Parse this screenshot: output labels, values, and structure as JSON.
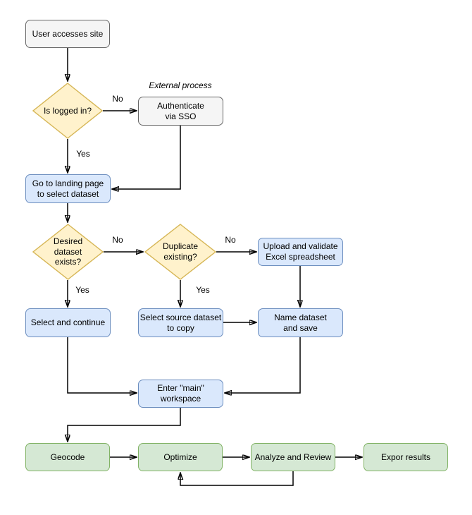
{
  "diagram": {
    "annotation": {
      "external_process": "External process"
    },
    "nodes": {
      "user_access": {
        "label": "User accesses site",
        "type": "start",
        "fill": "#f5f5f5",
        "stroke": "#666666"
      },
      "is_logged_in": {
        "label": "Is logged in?",
        "type": "decision",
        "fill": "#fff2cc",
        "stroke": "#d6b656"
      },
      "authenticate_sso": {
        "label": "Authenticate\nvia SSO",
        "type": "external-process",
        "fill": "#f5f5f5",
        "stroke": "#666666"
      },
      "landing_page": {
        "label": "Go to landing page\nto select dataset",
        "type": "process",
        "fill": "#dae8fc",
        "stroke": "#6c8ebf"
      },
      "desired_exists": {
        "label": "Desired\ndataset\nexists?",
        "type": "decision",
        "fill": "#fff2cc",
        "stroke": "#d6b656"
      },
      "duplicate_existing": {
        "label": "Duplicate\nexisting?",
        "type": "decision",
        "fill": "#fff2cc",
        "stroke": "#d6b656"
      },
      "upload_validate": {
        "label": "Upload and validate\nExcel spreadsheet",
        "type": "process",
        "fill": "#dae8fc",
        "stroke": "#6c8ebf"
      },
      "select_continue": {
        "label": "Select and continue",
        "type": "process",
        "fill": "#dae8fc",
        "stroke": "#6c8ebf"
      },
      "select_source": {
        "label": "Select source dataset\nto copy",
        "type": "process",
        "fill": "#dae8fc",
        "stroke": "#6c8ebf"
      },
      "name_save": {
        "label": "Name dataset\nand save",
        "type": "process",
        "fill": "#dae8fc",
        "stroke": "#6c8ebf"
      },
      "enter_main": {
        "label": "Enter \"main\"\nworkspace",
        "type": "process",
        "fill": "#dae8fc",
        "stroke": "#6c8ebf"
      },
      "geocode": {
        "label": "Geocode",
        "type": "stage",
        "fill": "#d5e8d4",
        "stroke": "#82b366"
      },
      "optimize": {
        "label": "Optimize",
        "type": "stage",
        "fill": "#d5e8d4",
        "stroke": "#82b366"
      },
      "analyze_review": {
        "label": "Analyze and Review",
        "type": "stage",
        "fill": "#d5e8d4",
        "stroke": "#82b366"
      },
      "export_results": {
        "label": "Expor results",
        "type": "stage",
        "fill": "#d5e8d4",
        "stroke": "#82b366"
      }
    },
    "edge_labels": {
      "logged_in_no": "No",
      "logged_in_yes": "Yes",
      "desired_no": "No",
      "desired_yes": "Yes",
      "duplicate_no": "No",
      "duplicate_yes": "Yes"
    },
    "colors": {
      "decision_fill": "#fff2cc",
      "decision_stroke": "#d6b656",
      "process_fill": "#dae8fc",
      "process_stroke": "#6c8ebf",
      "stage_fill": "#d5e8d4",
      "stage_stroke": "#82b366",
      "external_fill": "#f5f5f5",
      "external_stroke": "#666666",
      "connector": "#000000",
      "background": "#ffffff"
    }
  }
}
